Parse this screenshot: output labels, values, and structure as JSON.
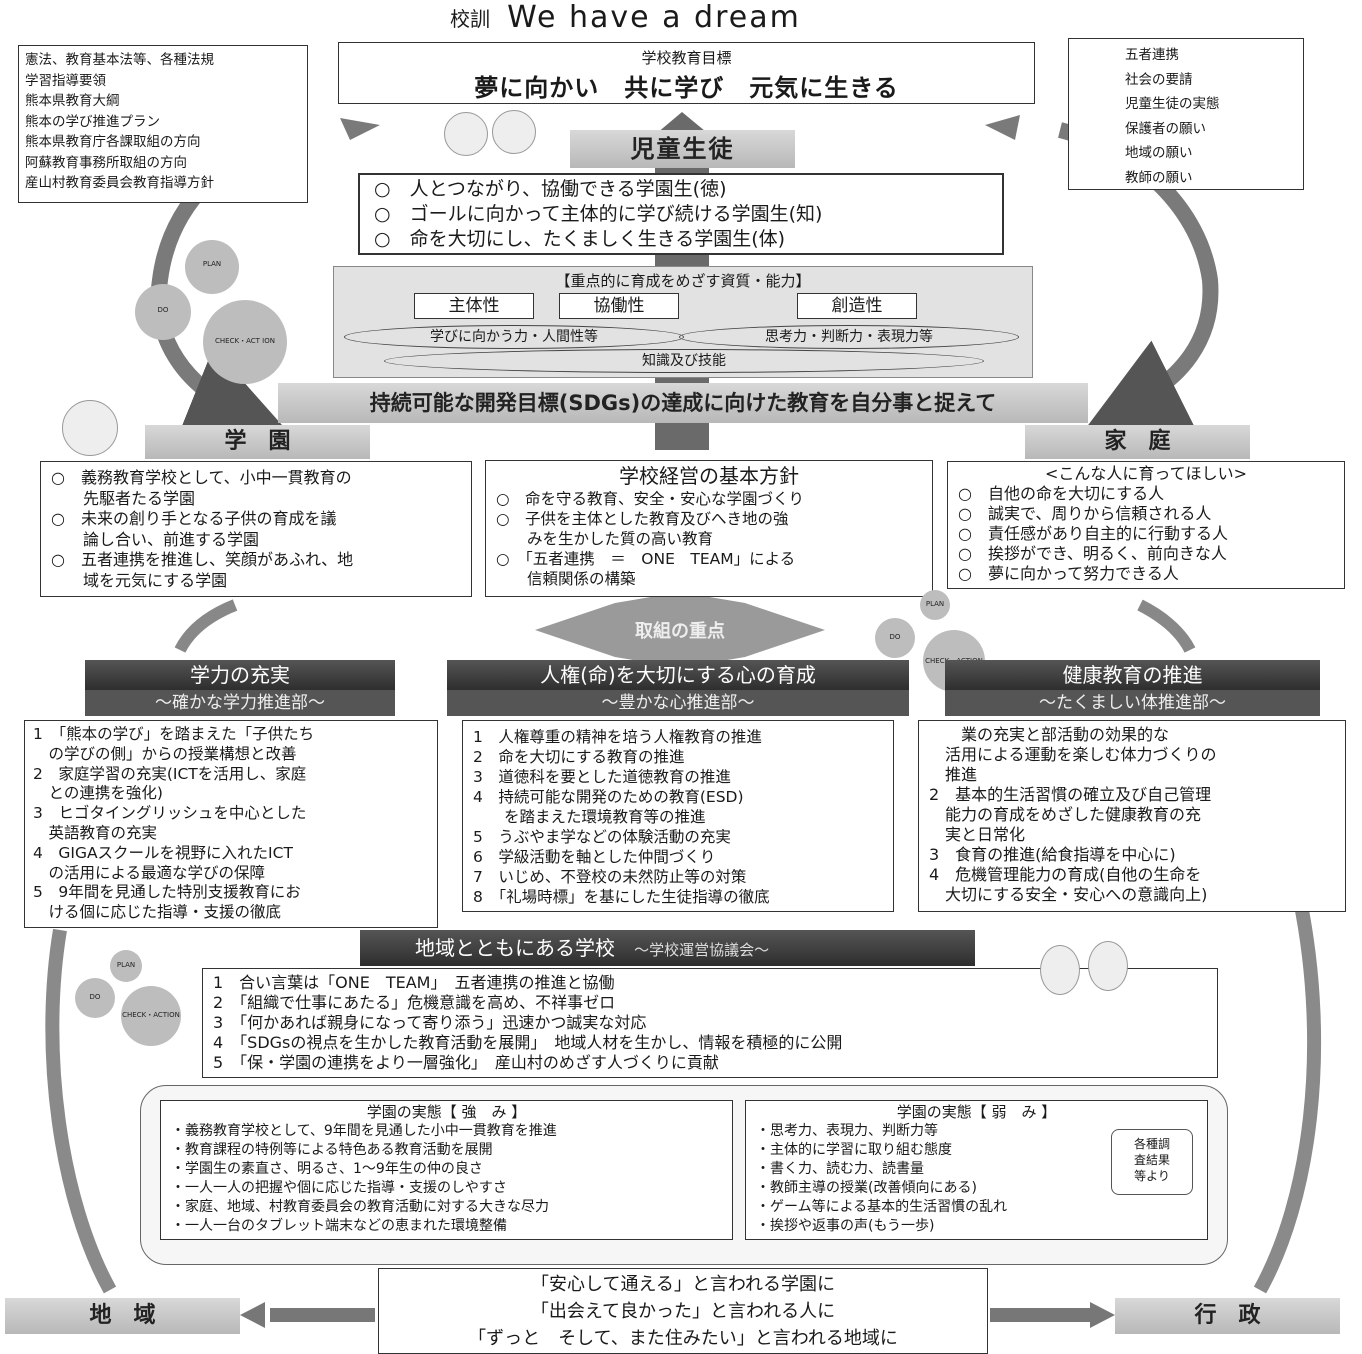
{
  "motto": {
    "label": "校訓",
    "text": "We have a dream"
  },
  "goal": {
    "label": "学校教育目標",
    "text": "夢に向かい　共に学び　元気に生きる"
  },
  "left_sources": [
    "憲法、教育基本法等、各種法規",
    "学習指導要領",
    "熊本県教育大綱",
    "熊本の学び推進プラン",
    "熊本県教育庁各課取組の方向",
    "阿蘇教育事務所取組の方向",
    "産山村教育委員会教育指導方針"
  ],
  "right_sources": [
    "五者連携",
    "社会の要請",
    "児童生徒の実態",
    "保護者の願い",
    "地域の願い",
    "教師の願い"
  ],
  "students": {
    "title": "児童生徒",
    "items": [
      "○　人とつながり、協働できる学園生(徳)",
      "○　ゴールに向かって主体的に学び続ける学園生(知)",
      "○　命を大切にし、たくましく生きる学園生(体)"
    ]
  },
  "competencies": {
    "title": "【重点的に育成をめざす資質・能力】",
    "tags": [
      "主体性",
      "協働性",
      "創造性"
    ],
    "oval1": "学びに向かう力・人間性等",
    "oval2": "思考力・判断力・表現力等",
    "oval3": "知識及び技能"
  },
  "sdgs": "持続可能な開発目標(SDGs)の達成に向けた教育を自分事と捉えて",
  "gakuen": {
    "title": "学　園",
    "items": [
      "○　義務教育学校として、小中一貫教育の",
      "　　先駆者たる学園",
      "○　未来の創り手となる子供の育成を議",
      "　　論し合い、前進する学園",
      "○　五者連携を推進し、笑顔があふれ、地",
      "　　域を元気にする学園"
    ]
  },
  "policy": {
    "title": "学校経営の基本方針",
    "items": [
      "○　命を守る教育、安全・安心な学園づくり",
      "○　子供を主体とした教育及びへき地の強",
      "　　みを生かした質の高い教育",
      "○　「五者連携　＝　ONE　TEAM」による",
      "　　信頼関係の構築"
    ]
  },
  "katei": {
    "title": "家　庭",
    "subtitle": "<こんな人に育ってほしい>",
    "items": [
      "○　自他の命を大切にする人",
      "○　誠実で、周りから信頼される人",
      "○　責任感があり自主的に行動する人",
      "○　挨拶ができ、明るく、前向きな人",
      "○　夢に向かって努力できる人"
    ]
  },
  "focus_label": "取組の重点",
  "pillars": [
    {
      "title": "学力の充実",
      "sub": "～確かな学力推進部～",
      "items": [
        "1　「熊本の学び」を踏まえた「子供たち",
        "　の学びの側」からの授業構想と改善",
        "2　家庭学習の充実(ICTを活用し、家庭",
        "　との連携を強化)",
        "3　ヒゴタイングリッシュを中心とした",
        "　英語教育の充実",
        "4　GIGAスクールを視野に入れたICT",
        "　の活用による最適な学びの保障",
        "5　9年間を見通した特別支援教育にお",
        "　ける個に応じた指導・支援の徹底"
      ]
    },
    {
      "title": "人権(命)を大切にする心の育成",
      "sub": "～豊かな心推進部～",
      "items": [
        "1　人権尊重の精神を培う人権教育の推進",
        "2　命を大切にする教育の推進",
        "3　道徳科を要とした道徳教育の推進",
        "4　持続可能な開発のための教育(ESD)",
        "　　を踏まえた環境教育等の推進",
        "5　うぶやま学などの体験活動の充実",
        "6　学級活動を軸とした仲間づくり",
        "7　いじめ、不登校の未然防止等の対策",
        "8　「礼場時標」を基にした生徒指導の徹底"
      ]
    },
    {
      "title": "健康教育の推進",
      "sub": "～たくましい体推進部～",
      "items": [
        "　　業の充実と部活動の効果的な",
        "　活用による運動を楽しむ体力づくりの",
        "　推進",
        "2　基本的生活習慣の確立及び自己管理",
        "　能力の育成をめざした健康教育の充",
        "　実と日常化",
        "3　食育の推進(給食指導を中心に)",
        "4　危機管理能力の育成(自他の生命を",
        "　大切にする安全・安心への意識向上)"
      ]
    }
  ],
  "community": {
    "title": "地域とともにある学校",
    "sub": "～学校運営協議会～",
    "items": [
      "1　合い言葉は「ONE　TEAM」　五者連携の推進と協働",
      "2　「組織で仕事にあたる」危機意識を高め、不祥事ゼロ",
      "3　「何かあれば親身になって寄り添う」迅速かつ誠実な対応",
      "4　「SDGsの視点を生かした教育活動を展開」　地域人材を生かし、情報を積極的に公開",
      "5　「保・学園の連携をより一層強化」　産山村のめざす人づくりに貢献"
    ]
  },
  "strengths": {
    "title": "学園の実態【 強　み 】",
    "items": [
      "・義務教育学校として、9年間を見通した小中一貫教育を推進",
      "・教育課程の特例等による特色ある教育活動を展開",
      "・学園生の素直さ、明るさ、1～9年生の仲の良さ",
      "・一人一人の把握や個に応じた指導・支援のしやすさ",
      "・家庭、地域、村教育委員会の教育活動に対する大きな尽力",
      "・一人一台のタブレット端末などの恵まれた環境整備"
    ]
  },
  "weaknesses": {
    "title": "学園の実態【 弱　み 】",
    "items": [
      "・思考力、表現力、判断力等",
      "・主体的に学習に取り組む態度",
      "・書く力、読む力、読書量",
      "・教師主導の授業(改善傾向にある)",
      "・ゲーム等による基本的生活習慣の乱れ",
      "・挨拶や返事の声(もう一歩)"
    ],
    "note": [
      "各種調",
      "査結果",
      "等より"
    ]
  },
  "vision": [
    "「安心して通える」と言われる学園に",
    "「出会えて良かった」と言われる人に",
    "「ずっと　そして、また住みたい」と言われる地域に"
  ],
  "chiiki": "地　域",
  "gyosei": "行　政",
  "pdca": {
    "plan": "PLAN",
    "do": "DO",
    "check": "CHECK・ACT ION",
    "check2": "CHECK・ACTION"
  }
}
